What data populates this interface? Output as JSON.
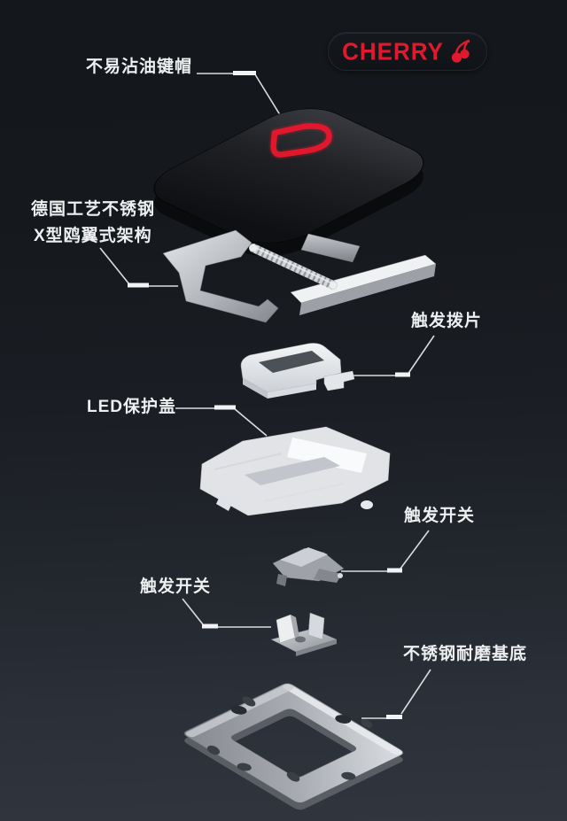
{
  "page": {
    "background_top": "#14171b",
    "background_bottom": "#30353e",
    "text_color": "#edeff1",
    "leader_line_color": "#dadce0"
  },
  "brand": {
    "name": "CHERRY",
    "color": "#df1a2e",
    "icon": "cherry-icon"
  },
  "annotations": [
    {
      "id": "keycap",
      "side": "left",
      "text": "不易沾油键帽"
    },
    {
      "id": "scissor",
      "side": "left",
      "text_line1": "德国工艺不锈钢",
      "text_line2": "X型鸥翼式架构"
    },
    {
      "id": "trigger-paddle",
      "side": "right",
      "text": "触发拨片"
    },
    {
      "id": "led-cover",
      "side": "left",
      "text": "LED保护盖"
    },
    {
      "id": "trigger-switch-right",
      "side": "right",
      "text": "触发开关"
    },
    {
      "id": "trigger-switch-left",
      "side": "left",
      "text": "触发开关"
    },
    {
      "id": "base-plate",
      "side": "right",
      "text": "不锈钢耐磨基底"
    }
  ],
  "parts": [
    {
      "id": "keycap",
      "accent_logo_color": "#e7182d"
    },
    {
      "id": "scissor-structure"
    },
    {
      "id": "trigger-paddle"
    },
    {
      "id": "led-cover"
    },
    {
      "id": "trigger-switch-plastic"
    },
    {
      "id": "trigger-switch-metal"
    },
    {
      "id": "base-plate"
    }
  ]
}
